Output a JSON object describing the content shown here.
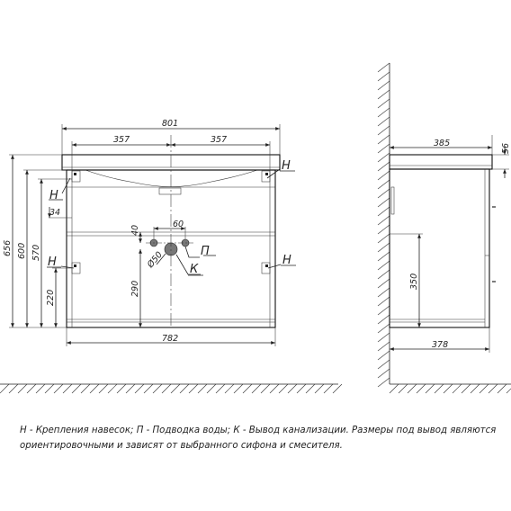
{
  "front_view": {
    "labels": {
      "h_top_left": "Н",
      "h_top_right": "Н",
      "h_bottom_left": "Н",
      "h_bottom_right": "Н",
      "p": "П",
      "k": "К"
    },
    "dims": {
      "overall_width": "801",
      "half_left": "357",
      "half_right": "357",
      "body_width": "782",
      "h656": "656",
      "h600": "600",
      "h570": "570",
      "d34": "34",
      "d220": "220",
      "d40": "40",
      "d60": "60",
      "d290": "290",
      "d50": "Ø50"
    }
  },
  "side_view": {
    "dims": {
      "depth_top": "385",
      "top_thickness": "56",
      "depth_body": "378",
      "h350": "350"
    }
  },
  "notes": {
    "line1": "Н - Крепления навесок; П - Подводка воды; К - Вывод канализации. Размеры под вывод являются",
    "line2": "ориентировочными и зависят от выбранного сифона и смесителя."
  }
}
